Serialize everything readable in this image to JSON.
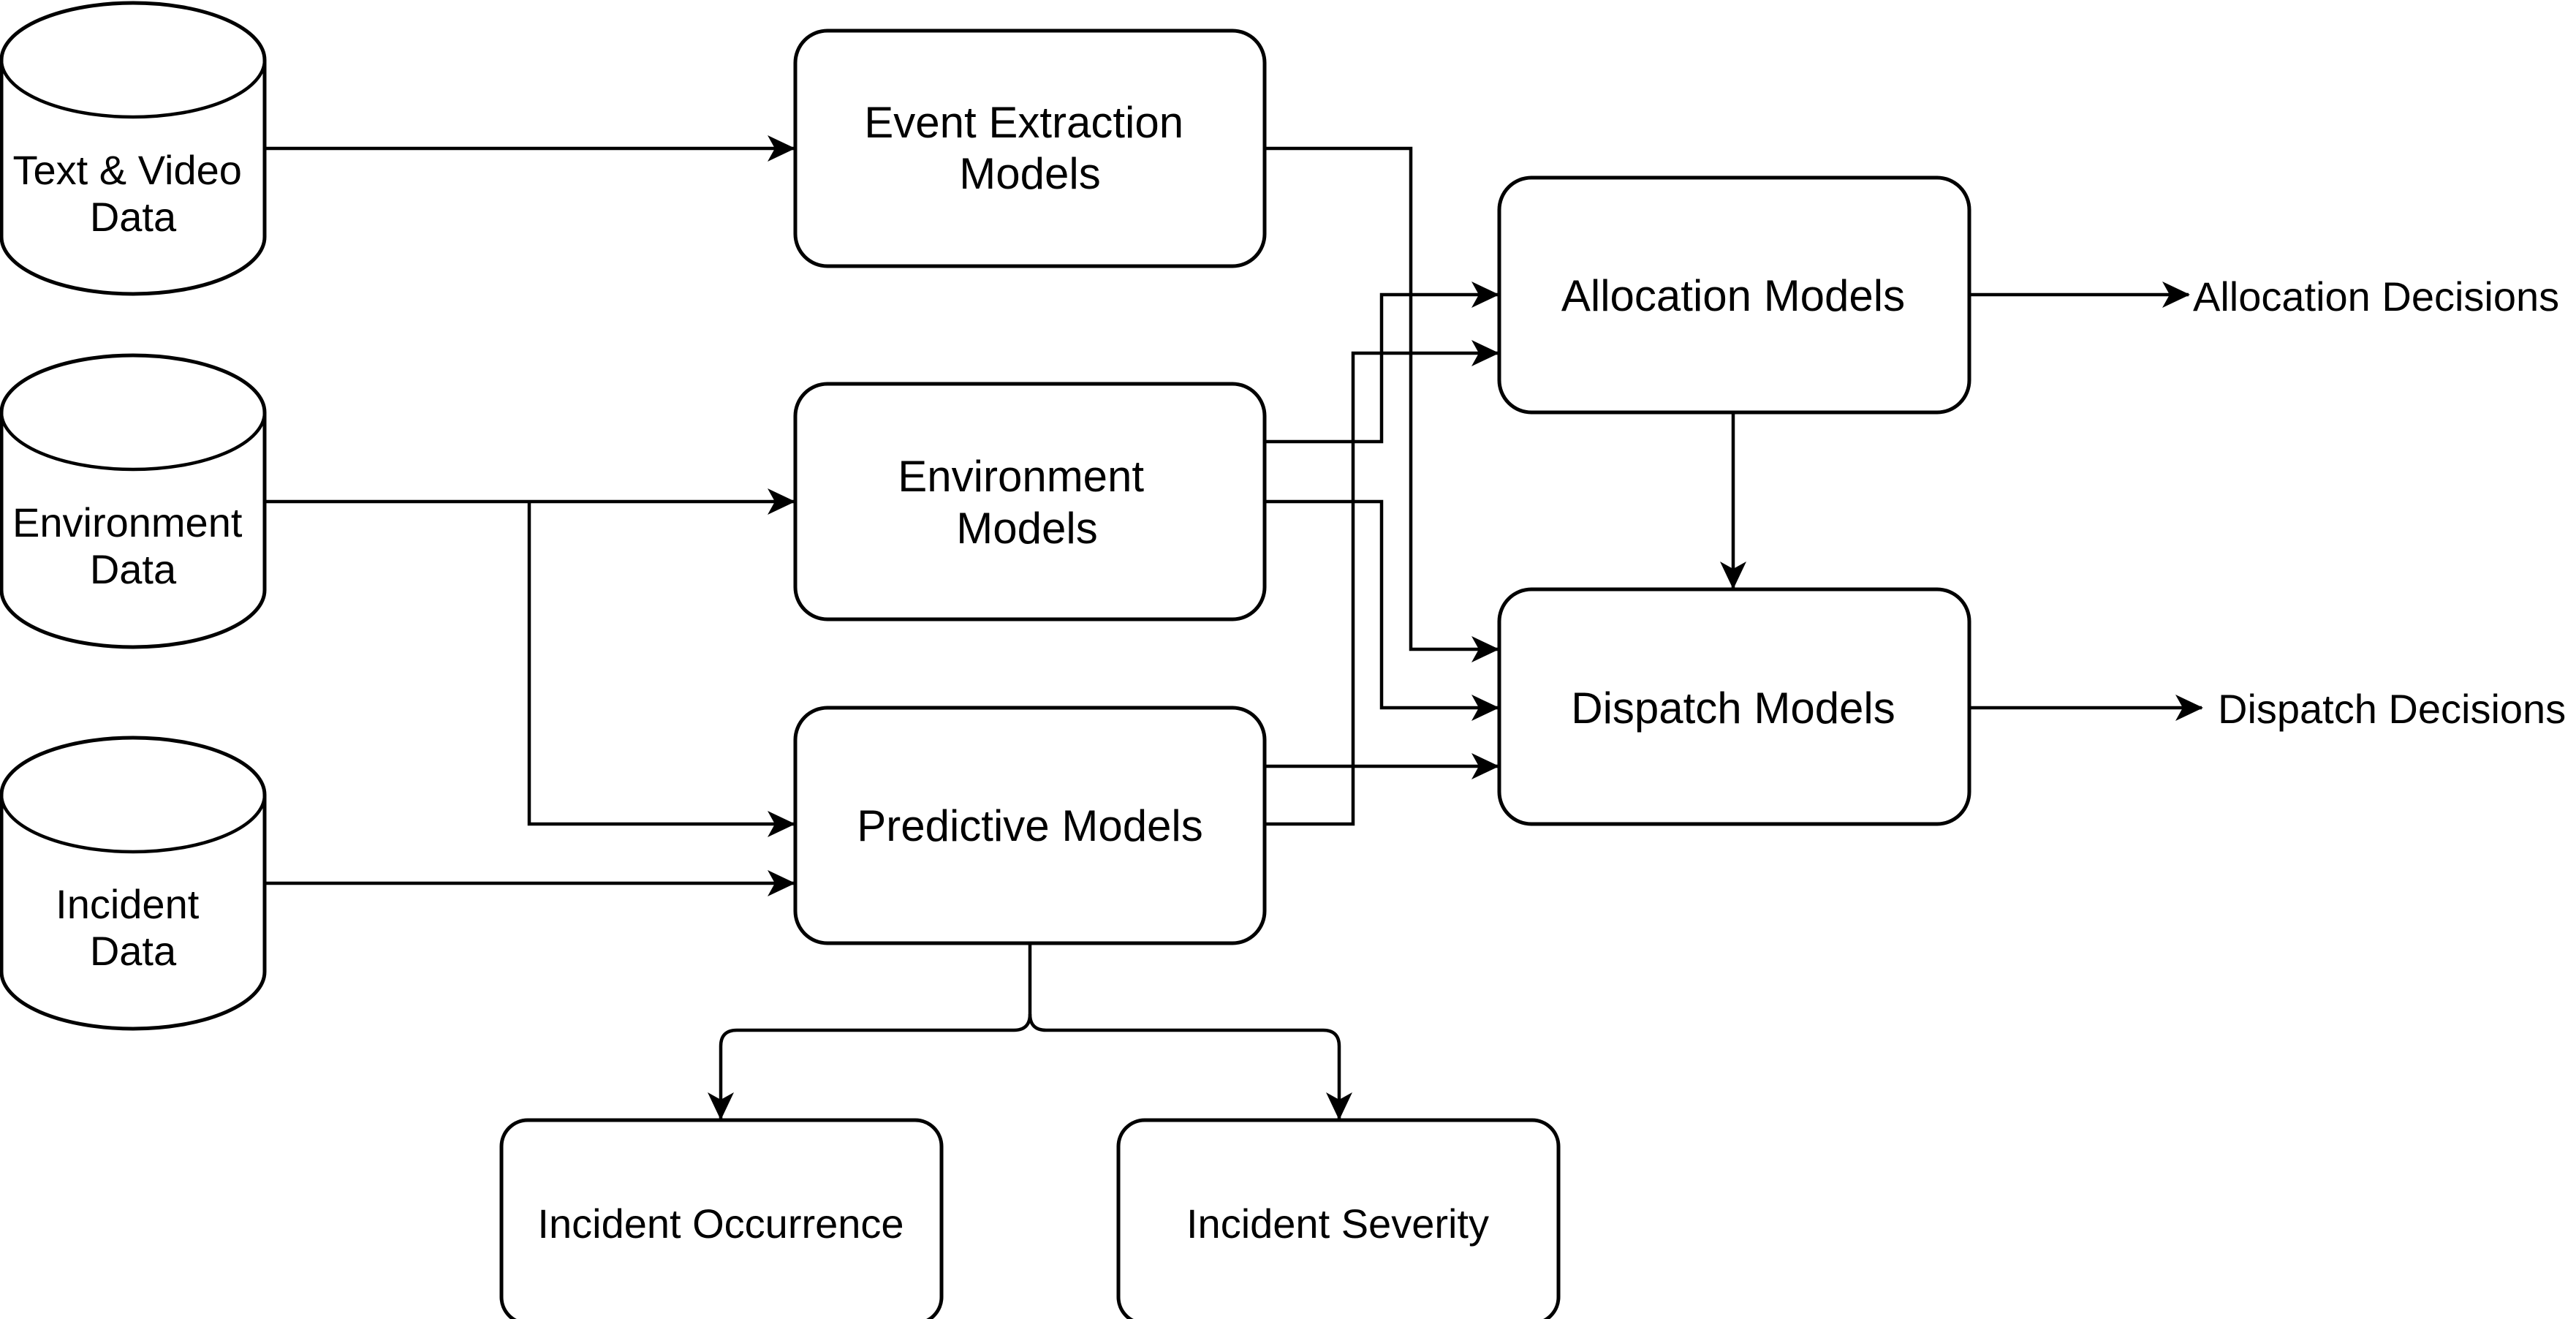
{
  "nodes": {
    "text_video_data": {
      "line1": "Text & Video",
      "line2": "Data"
    },
    "environment_data": {
      "line1": "Environment",
      "line2": "Data"
    },
    "incident_data": {
      "line1": "Incident",
      "line2": "Data"
    },
    "event_extraction_models": {
      "line1": "Event Extraction",
      "line2": "Models"
    },
    "environment_models": {
      "line1": "Environment",
      "line2": "Models"
    },
    "predictive_models": {
      "label": "Predictive Models"
    },
    "allocation_models": {
      "label": "Allocation Models"
    },
    "dispatch_models": {
      "label": "Dispatch Models"
    },
    "incident_occurrence": {
      "label": "Incident Occurrence"
    },
    "incident_severity": {
      "label": "Incident Severity"
    }
  },
  "outputs": {
    "allocation_decisions": "Allocation Decisions",
    "dispatch_decisions": "Dispatch Decisions"
  },
  "colors": {
    "stroke": "#000000",
    "fill": "#ffffff",
    "text": "#000000"
  }
}
